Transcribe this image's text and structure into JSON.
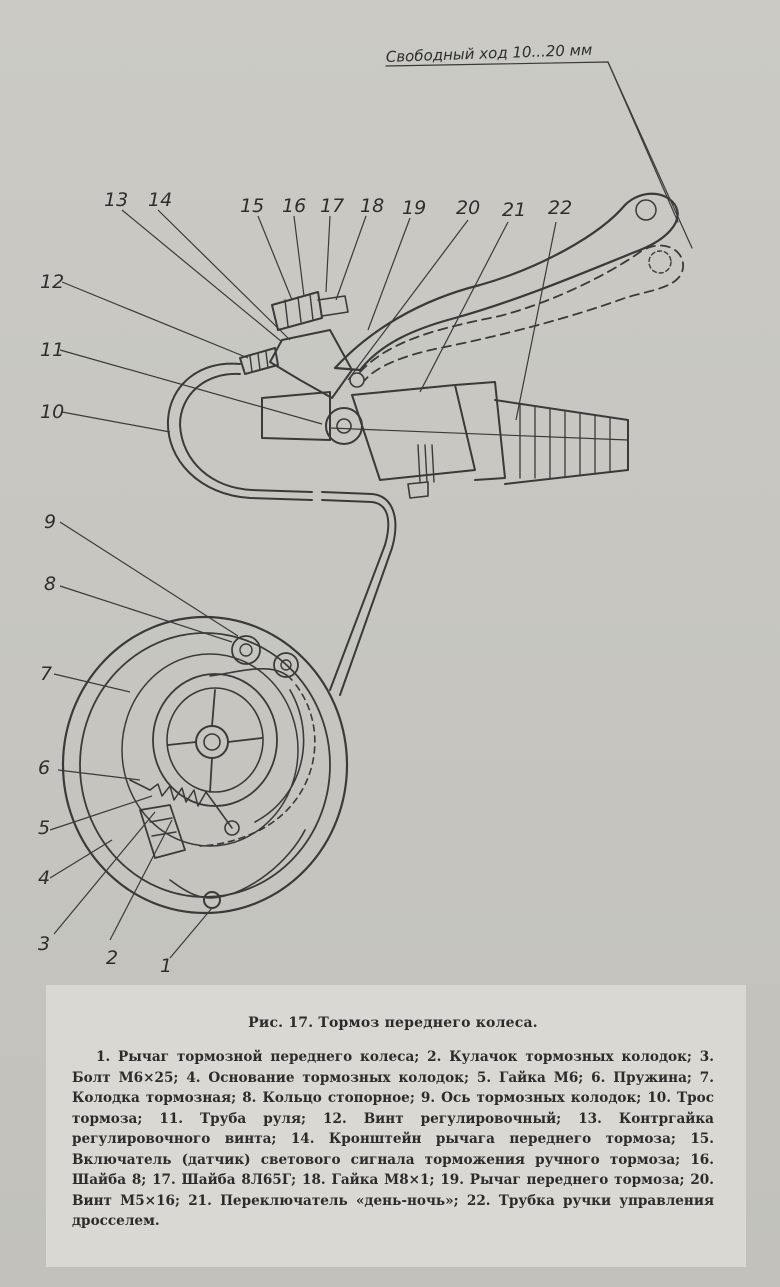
{
  "figure": {
    "free_play_note": "Свободный ход 10...20 мм",
    "callouts": [
      "1",
      "2",
      "3",
      "4",
      "5",
      "6",
      "7",
      "8",
      "9",
      "10",
      "11",
      "12",
      "13",
      "14",
      "15",
      "16",
      "17",
      "18",
      "19",
      "20",
      "21",
      "22"
    ],
    "caption_title": "Рис. 17. Тормоз переднего колеса.",
    "caption_legend": "1. Рычаг тормозной переднего колеса; 2. Кулачок тормозных колодок; 3. Болт М6×25; 4. Основание тормозных колодок; 5. Гайка М6; 6. Пружина; 7. Колодка тормозная; 8. Кольцо стопорное; 9. Ось тормозных колодок; 10. Трос тормоза; 11. Труба руля; 12. Винт регулировочный; 13. Контргайка регулировочного винта; 14. Кронштейн рычага переднего тормоза; 15. Включатель (датчик) светового сигнала торможения ручного тормоза; 16. Шайба 8; 17. Шайба 8Л65Г; 18. Гайка М8×1; 19. Рычаг переднего тормоза; 20. Винт М5×16; 21. Переключатель «день-ночь»; 22. Трубка ручки управления дросселем."
  }
}
